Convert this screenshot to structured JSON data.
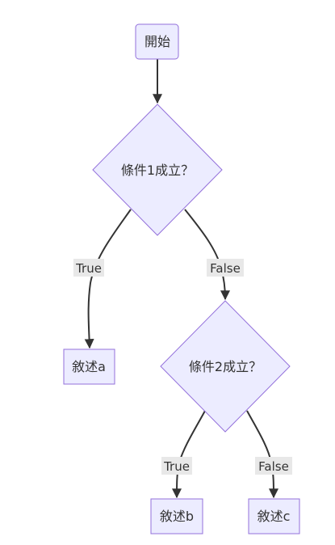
{
  "diagram": {
    "type": "flowchart",
    "nodes": {
      "start": {
        "label": "開始",
        "shape": "rect"
      },
      "cond1": {
        "label": "條件1成立？",
        "shape": "diamond"
      },
      "stmt_a": {
        "label": "敘述a",
        "shape": "rect"
      },
      "cond2": {
        "label": "條件2成立？",
        "shape": "diamond"
      },
      "stmt_b": {
        "label": "敘述b",
        "shape": "rect"
      },
      "stmt_c": {
        "label": "敘述c",
        "shape": "rect"
      }
    },
    "edges": [
      {
        "from": "start",
        "to": "cond1",
        "label": ""
      },
      {
        "from": "cond1",
        "to": "stmt_a",
        "label": "True"
      },
      {
        "from": "cond1",
        "to": "cond2",
        "label": "False"
      },
      {
        "from": "cond2",
        "to": "stmt_b",
        "label": "True"
      },
      {
        "from": "cond2",
        "to": "stmt_c",
        "label": "False"
      }
    ]
  },
  "colors": {
    "node_fill": "#ececff",
    "node_stroke": "#9370db",
    "edge": "#333333",
    "label_bg": "#e8e8e8",
    "text": "#333333"
  }
}
